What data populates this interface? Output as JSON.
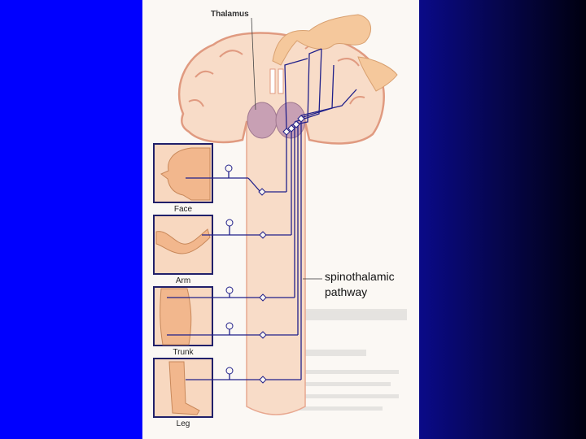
{
  "colors": {
    "slide_bg": "#0000ff",
    "panel_bg": "#fbf8f4",
    "tissue_fill": "#f8d8c0",
    "tissue_stroke": "#e09a80",
    "thalamus_fill": "#c8a0b4",
    "nerve": "#20208a"
  },
  "diagram": {
    "structure_label": "Thalamus",
    "pathway_label_line1": "spinothalamic",
    "pathway_label_line2": "pathway",
    "body_parts": [
      {
        "name": "Face",
        "icon": "face-icon"
      },
      {
        "name": "Arm",
        "icon": "arm-icon"
      },
      {
        "name": "Trunk",
        "icon": "trunk-icon"
      },
      {
        "name": "Leg",
        "icon": "leg-icon"
      }
    ]
  }
}
